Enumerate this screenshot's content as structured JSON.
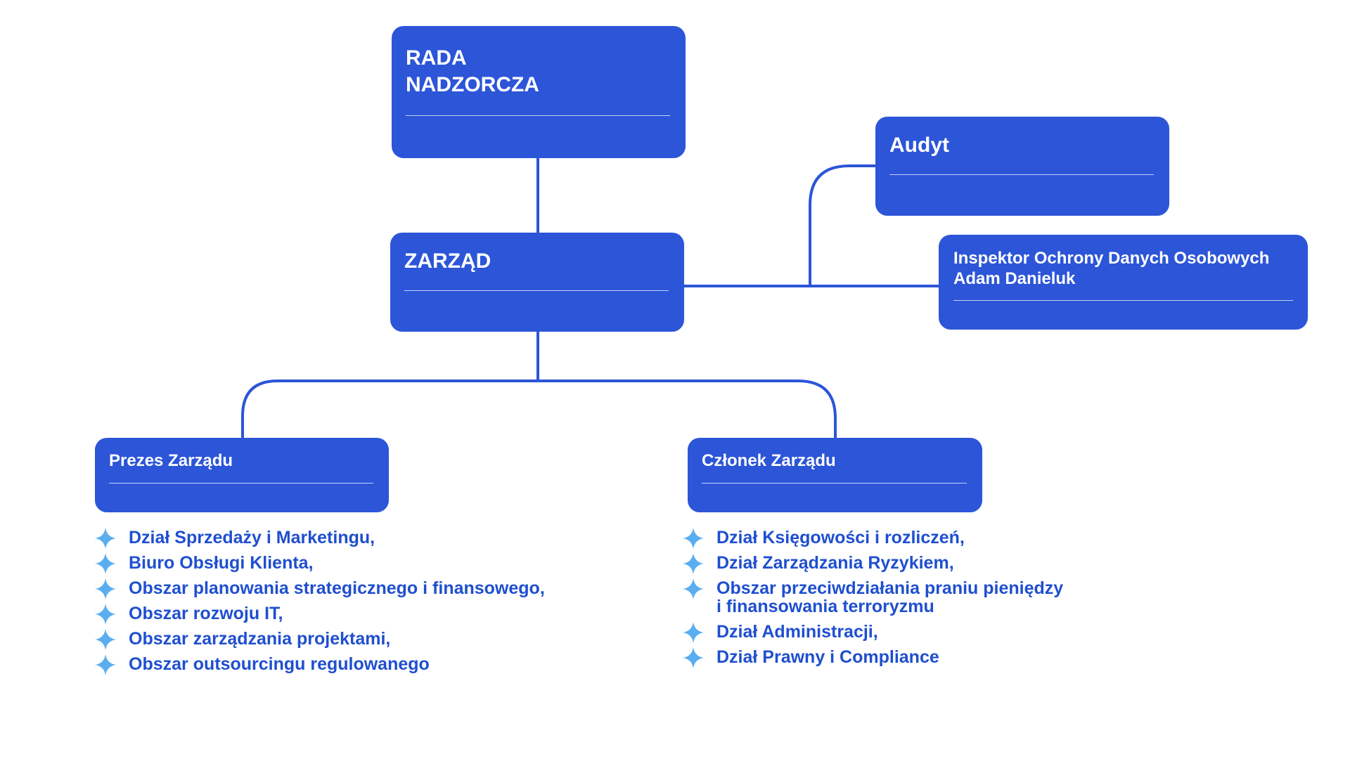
{
  "boxes": {
    "rada": "RADA\nNADZORCZA",
    "zarzad": "ZARZĄD",
    "audyt": "Audyt",
    "iodo": "Inspektor Ochrony Danych Osobowych\nAdam Danieluk",
    "prezes": "Prezes Zarządu",
    "czlonek": "Członek Zarządu"
  },
  "prezes_items": [
    "Dział Sprzedaży i Marketingu,",
    "Biuro Obsługi Klienta,",
    "Obszar planowania strategicznego i finansowego,",
    "Obszar rozwoju IT,",
    "Obszar zarządzania projektami,",
    "Obszar outsourcingu regulowanego"
  ],
  "czlonek_items": [
    "Dział Księgowości i rozliczeń,",
    "Dział Zarządzania Ryzykiem,",
    "Obszar przeciwdziałania praniu pieniędzy\ni finansowania terroryzmu",
    "Dział Administracji,",
    "Dział Prawny i Compliance"
  ],
  "colors": {
    "box": "#2c55d8",
    "connector": "#2c55d8",
    "list_text": "#1f4fcf",
    "bullet": "#5aaef0"
  },
  "icons": {
    "bullet": "sparkle-icon"
  }
}
